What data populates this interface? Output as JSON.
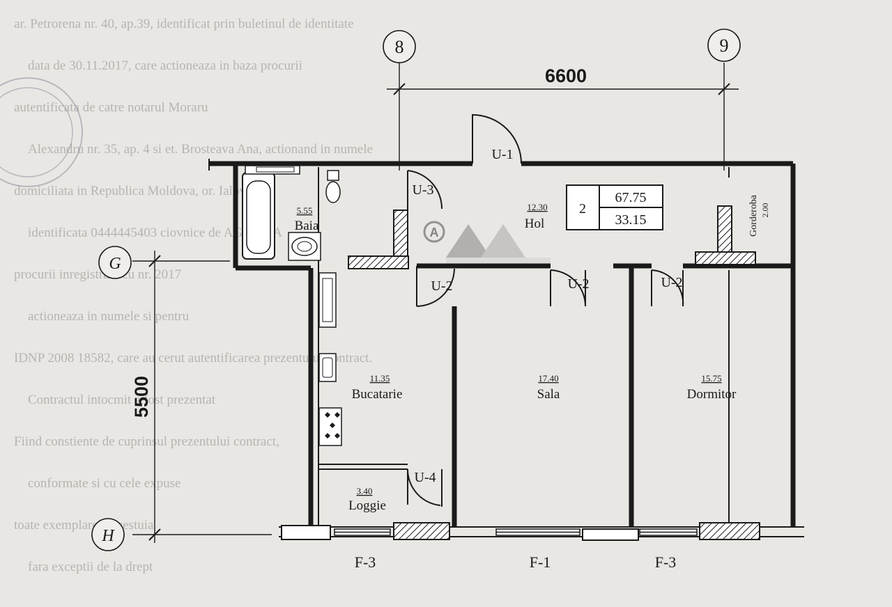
{
  "background_lines": [
    "ar. Petrorena nr. 40, ap.39, identificat prin buletinul de identitate",
    "data de 30.11.2017, care actioneaza in baza procurii",
    "autentificata de catre notarul Moraru",
    "Alexandru nr. 35, ap. 4 si et. Brosteava Ana, actionand in numele",
    "domiciliata in Republica Moldova, or. Ialoveni",
    "identificata 0444445403 ciovnice de AGENTIA",
    "procurii inregistrate cu nr. 2017",
    "actioneaza in numele si pentru",
    "IDNP 2008 18582, care au cerut autentificarea prezentului contract.",
    "Contractul intocmit a fost prezentat",
    "Fiind constiente de cuprinsul prezentului contract,",
    "conformate si cu cele expuse",
    "toate exemplarele acestuia",
    "fara exceptii de la drept"
  ],
  "axes": {
    "axis_8": "8",
    "axis_9": "9",
    "axis_g": "G",
    "axis_h": "H"
  },
  "dimensions": {
    "horizontal": "6600",
    "vertical": "5500"
  },
  "summary": {
    "rooms_count": "2",
    "total_area": "67.75",
    "living_area": "33.15"
  },
  "rooms": {
    "baia": {
      "area": "5.55",
      "name": "Baia"
    },
    "hol": {
      "area": "12.30",
      "name": "Hol"
    },
    "bucatarie": {
      "area": "11.35",
      "name": "Bucatarie"
    },
    "sala": {
      "area": "17.40",
      "name": "Sala"
    },
    "dormitor": {
      "area": "15.75",
      "name": "Dormitor"
    },
    "loggie": {
      "area": "3.40",
      "name": "Loggie"
    },
    "gorderoba": {
      "area": "2.00",
      "name": "Gorderoba"
    }
  },
  "doors": {
    "u1": "U-1",
    "u3": "U-3",
    "u2_hall": "U-2",
    "u2_sala": "U-2",
    "u2_dorm": "U-2",
    "u4": "U-4"
  },
  "windows": {
    "f3_left": "F-3",
    "f1": "F-1",
    "f3_right": "F-3"
  },
  "stamp": {
    "letter": "A"
  }
}
